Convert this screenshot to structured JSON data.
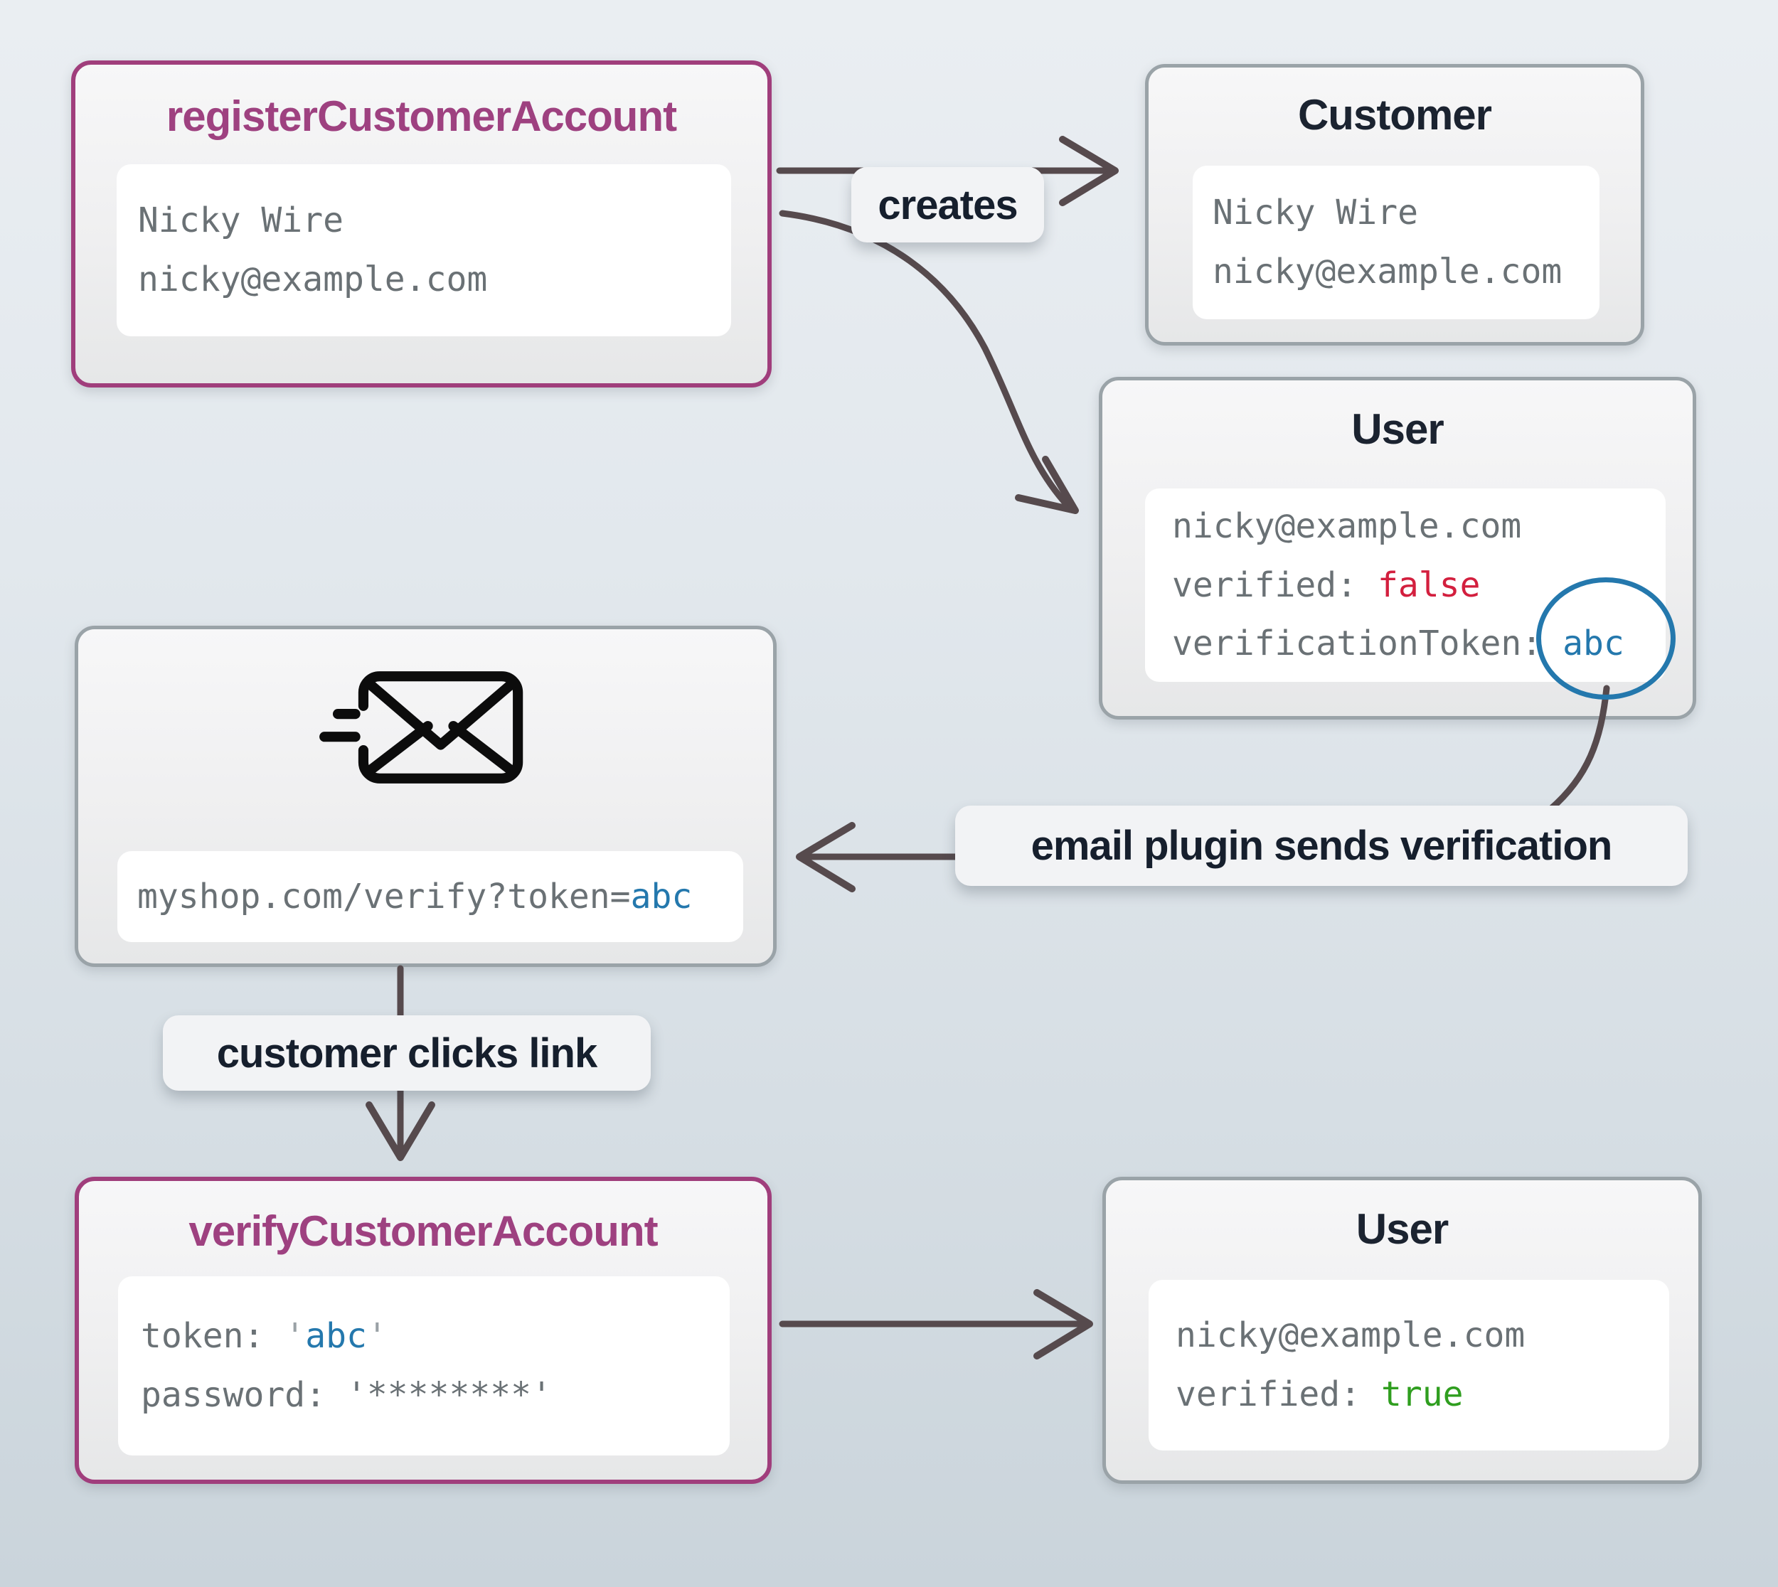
{
  "nodes": {
    "register": {
      "title": "registerCustomerAccount",
      "name": "Nicky Wire",
      "email": "nicky@example.com"
    },
    "customer": {
      "title": "Customer",
      "name": "Nicky Wire",
      "email": "nicky@example.com"
    },
    "user_unverified": {
      "title": "User",
      "email": "nicky@example.com",
      "verified_key": "verified: ",
      "verified_value": "false",
      "token_key": "verificationToken:",
      "token_value": "abc"
    },
    "email_message": {
      "url_prefix": "myshop.com/verify?token=",
      "url_token": "abc"
    },
    "verify": {
      "title": "verifyCustomerAccount",
      "token_key": "token: ",
      "quote": "'",
      "token_value": "abc",
      "password_key": "password: ",
      "password_value": "'********'"
    },
    "user_verified": {
      "title": "User",
      "email": "nicky@example.com",
      "verified_key": "verified: ",
      "verified_value": "true"
    }
  },
  "labels": {
    "creates": "creates",
    "email_plugin": "email plugin sends verification",
    "customer_clicks": "customer clicks link"
  },
  "edges": [
    {
      "from": "registerCustomerAccount",
      "to": "Customer",
      "label": "creates"
    },
    {
      "from": "registerCustomerAccount",
      "to": "User",
      "label": "creates"
    },
    {
      "from": "User.verificationToken",
      "to": "email plugin sends verification",
      "label": ""
    },
    {
      "from": "email plugin sends verification",
      "to": "email message",
      "label": ""
    },
    {
      "from": "email message",
      "to": "verifyCustomerAccount",
      "label": "customer clicks link"
    },
    {
      "from": "verifyCustomerAccount",
      "to": "User",
      "label": ""
    }
  ],
  "icons": {
    "email": "send-email-icon"
  },
  "colors": {
    "accent_purple_title": "#9e4180",
    "accent_purple_border": "#a03e7c",
    "node_border_gray": "#9aa3a8",
    "arrow": "#564a4d",
    "value_false_red": "#d31f3e",
    "value_true_green": "#2f9e1f",
    "token_blue": "#2478ad",
    "title_dark": "#1b2330",
    "mono_gray": "#6a7175",
    "background_top": "#eaeef2",
    "background_bottom": "#cad4db"
  }
}
